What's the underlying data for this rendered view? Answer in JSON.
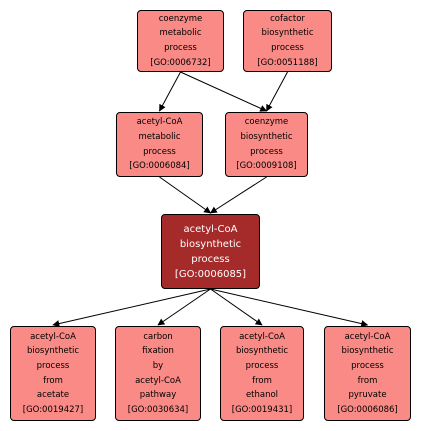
{
  "nodes": [
    {
      "id": "coenzyme_metabolic",
      "lines": [
        "coenzyme",
        "metabolic",
        "process",
        "[GO:0006732]"
      ]
    },
    {
      "id": "cofactor_biosynthetic",
      "lines": [
        "cofactor",
        "biosynthetic",
        "process",
        "[GO:0051188]"
      ]
    },
    {
      "id": "acetylcoa_metabolic",
      "lines": [
        "acetyl-CoA",
        "metabolic",
        "process",
        "[GO:0006084]"
      ]
    },
    {
      "id": "coenzyme_biosynthetic",
      "lines": [
        "coenzyme",
        "biosynthetic",
        "process",
        "[GO:0009108]"
      ]
    },
    {
      "id": "acetylcoa_biosynthetic",
      "lines": [
        "acetyl-CoA",
        "biosynthetic",
        "process",
        "[GO:0006085]"
      ],
      "focus": true
    },
    {
      "id": "from_acetate",
      "lines": [
        "acetyl-CoA",
        "biosynthetic",
        "process",
        "from",
        "acetate",
        "[GO:0019427]"
      ]
    },
    {
      "id": "carbon_fixation",
      "lines": [
        "carbon",
        "fixation",
        "by",
        "acetyl-CoA",
        "pathway",
        "[GO:0030634]"
      ]
    },
    {
      "id": "from_ethanol",
      "lines": [
        "acetyl-CoA",
        "biosynthetic",
        "process",
        "from",
        "ethanol",
        "[GO:0019431]"
      ]
    },
    {
      "id": "from_pyruvate",
      "lines": [
        "acetyl-CoA",
        "biosynthetic",
        "process",
        "from",
        "pyruvate",
        "[GO:0006086]"
      ]
    }
  ],
  "edges": [
    {
      "from": "coenzyme_metabolic",
      "to": "acetylcoa_metabolic"
    },
    {
      "from": "coenzyme_metabolic",
      "to": "coenzyme_biosynthetic"
    },
    {
      "from": "cofactor_biosynthetic",
      "to": "coenzyme_biosynthetic"
    },
    {
      "from": "acetylcoa_metabolic",
      "to": "acetylcoa_biosynthetic"
    },
    {
      "from": "coenzyme_biosynthetic",
      "to": "acetylcoa_biosynthetic"
    },
    {
      "from": "acetylcoa_biosynthetic",
      "to": "from_acetate"
    },
    {
      "from": "acetylcoa_biosynthetic",
      "to": "carbon_fixation"
    },
    {
      "from": "acetylcoa_biosynthetic",
      "to": "from_ethanol"
    },
    {
      "from": "acetylcoa_biosynthetic",
      "to": "from_pyruvate"
    }
  ],
  "colors": {
    "node_fill": "#fa8a86",
    "focus_fill": "#a52a2a",
    "focus_text": "#ffffff",
    "edge": "#000000"
  }
}
